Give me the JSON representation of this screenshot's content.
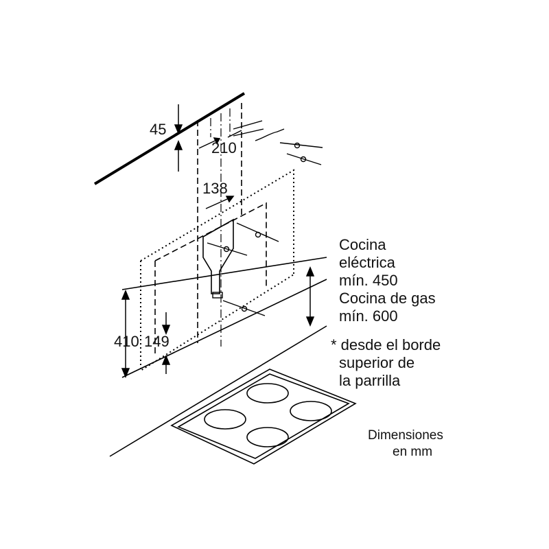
{
  "dimensions": {
    "ceiling_offset": "45",
    "bracket_spacing": "210",
    "mount_offset": "138",
    "chimney_height": "410",
    "lower_offset": "149"
  },
  "notes": {
    "electric_label": "Cocina",
    "electric_label_2": "eléctrica",
    "electric_min": "mín. 450",
    "gas_label": "Cocina de gas",
    "gas_min": "mín. 600",
    "asterisk_line1": "* desde el borde",
    "asterisk_line2": "superior de",
    "asterisk_line3": "la parrilla"
  },
  "units": {
    "line1": "Dimensiones",
    "line2": "en mm"
  }
}
